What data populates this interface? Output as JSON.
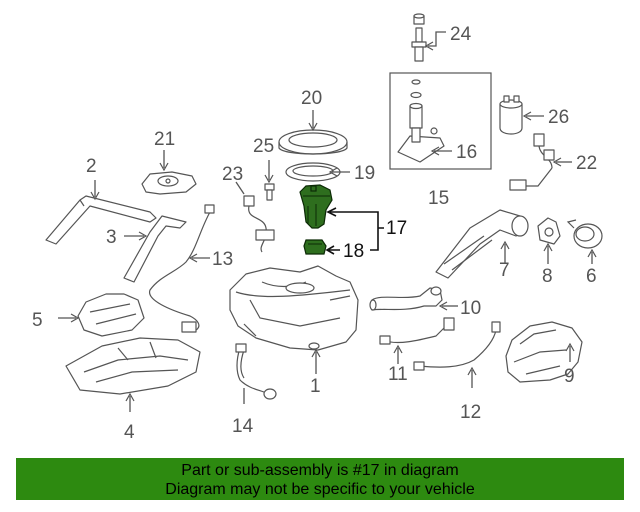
{
  "callouts": {
    "c1": "1",
    "c2": "2",
    "c3": "3",
    "c4": "4",
    "c5": "5",
    "c6": "6",
    "c7": "7",
    "c8": "8",
    "c9": "9",
    "c10": "10",
    "c11": "11",
    "c12": "12",
    "c13": "13",
    "c14": "14",
    "c15": "15",
    "c16": "16",
    "c17": "17",
    "c18": "18",
    "c19": "19",
    "c20": "20",
    "c21": "21",
    "c22": "22",
    "c23": "23",
    "c24": "24",
    "c25": "25",
    "c26": "26"
  },
  "highlight_color": "#2e6e1e",
  "banner": {
    "background": "#2d8a10",
    "line1": "Part or sub-assembly is #17 in diagram",
    "line2": "Diagram may not be specific to your vehicle"
  }
}
